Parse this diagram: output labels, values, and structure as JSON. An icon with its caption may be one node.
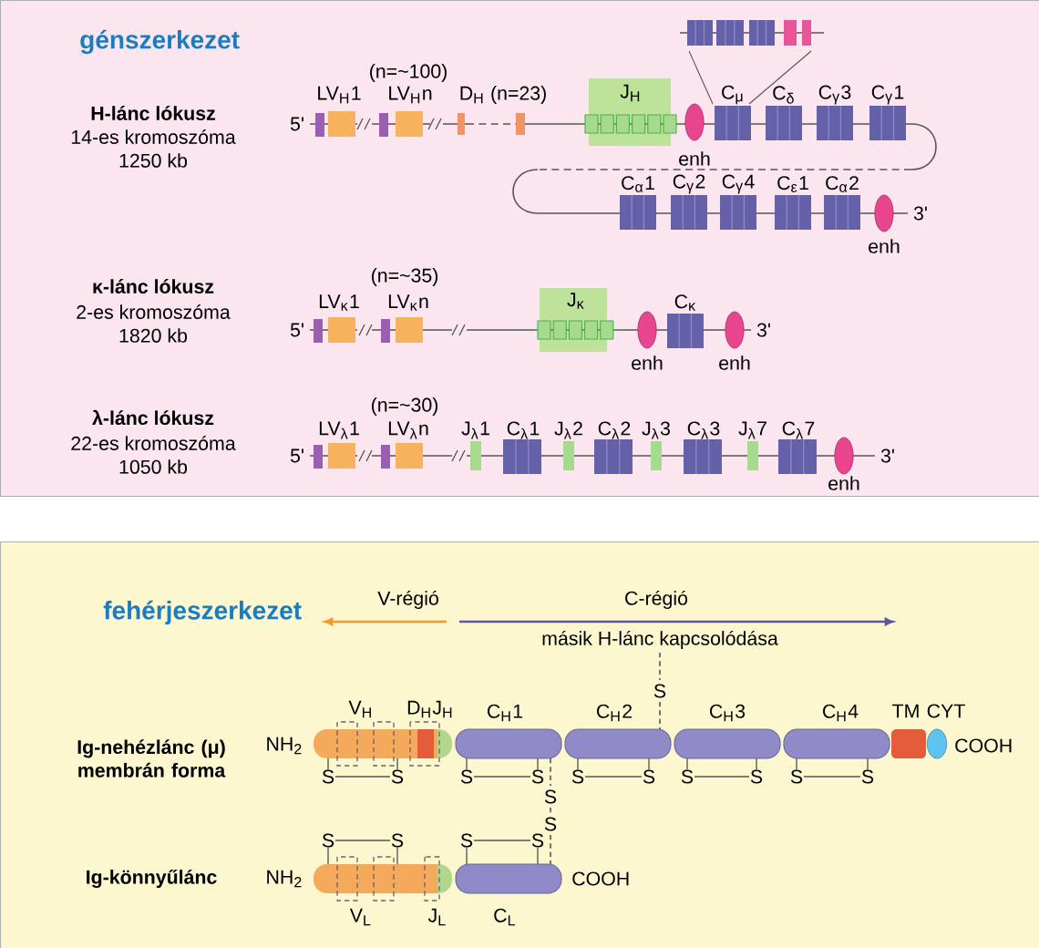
{
  "diagram": {
    "nodes": [
      {
        "text": [
          "génszerkezet"
        ]
      },
      {
        "text": [
          "fehérjeszerkezet"
        ]
      }
    ],
    "labels": [
      "H-lánc lókusz",
      "14-es kromoszóma",
      "1250 kb",
      "(n=~100)",
      "LV$_{H}$1",
      "LV$_{H}$n",
      "D$_{H}$ (n=23)",
      "J$_{H}$",
      "C$_{μ}$",
      "C$_{δ}$",
      "C$_{γ}$3",
      "C$_{γ}$1",
      "5'",
      "enh",
      "C$_{α}$1",
      "C$_{γ}$2",
      "C$_{γ}$4",
      "C$_{ε}$1",
      "C$_{α}$2",
      "3'",
      "enh",
      "κ-lánc lókusz",
      "2-es kromoszóma",
      "1820 kb",
      "(n=~35)",
      "LV$_{κ}$1",
      "LV$_{κ}$n",
      "J$_{κ}$",
      "C$_{κ}$",
      "5'",
      "3'",
      "enh",
      "enh",
      "λ-lánc lókusz",
      "22-es kromoszóma",
      "1050 kb",
      "(n=~30)",
      "LV$_{λ}$1",
      "LV$_{λ}$n",
      "J$_{λ}$1",
      "C$_{λ}$1",
      "J$_{λ}$2",
      "C$_{λ}$2",
      "J$_{λ}$3",
      "C$_{λ}$3",
      "J$_{λ}$7",
      "C$_{λ}$7",
      "5'",
      "3'",
      "enh",
      "V-régió",
      "C-régió",
      "másik H-lánc kapcsolódása",
      "S",
      "V$_{H}$",
      "D$_{H}$J$_{H}$",
      "C$_{H}$1",
      "C$_{H}$2",
      "C$_{H}$3",
      "C$_{H}$4",
      "TM",
      "CYT",
      "Ig-nehézlánc (μ) membrán forma",
      "NH$_{2}$",
      "COOH",
      "S",
      "S",
      "S",
      "S",
      "S",
      "S",
      "S",
      "S",
      "S",
      "S",
      "S",
      "S",
      "S",
      "S",
      "S",
      "S",
      "Ig-könnyűlánc",
      "NH$_{2}$",
      "COOH",
      "V$_{L}$",
      "J$_{L}$",
      "C$_{L}$"
    ]
  }
}
